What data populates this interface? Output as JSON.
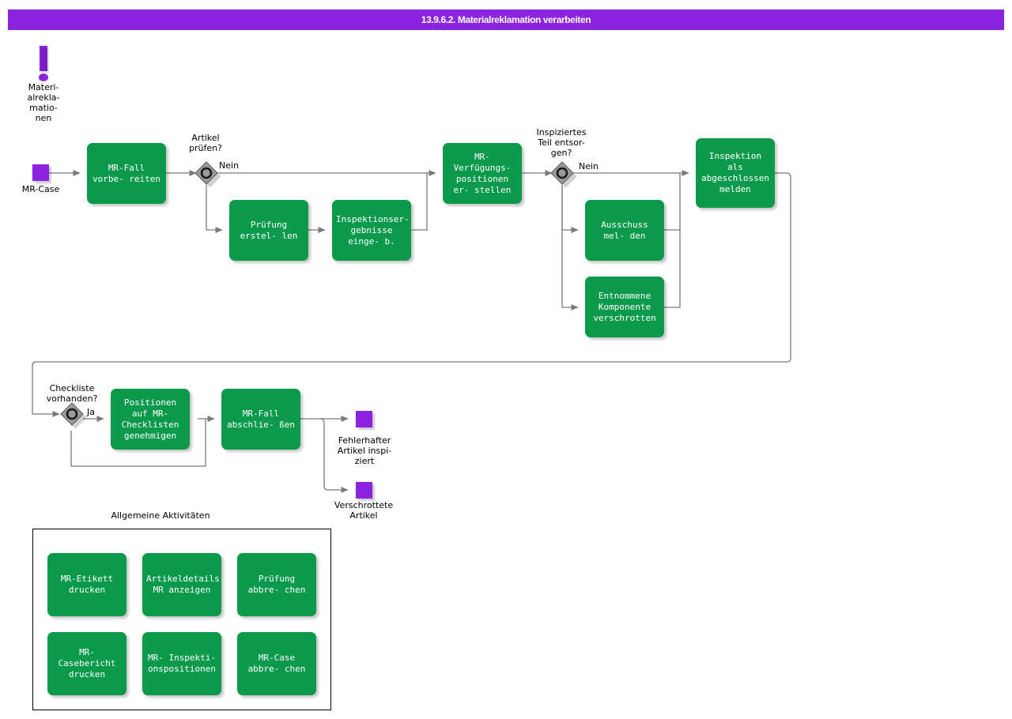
{
  "title": "13.9.6.2. Materialreklamation verarbeiten",
  "colors": {
    "title_bar": "#8B23E0",
    "task_green": "#0B9A4B",
    "data_purple": "#8B23E0",
    "gateway_gray": "#8C8C8C",
    "connector": "#6E6E6E"
  },
  "start_event": {
    "icon": "escalation-icon",
    "label": "Materi-\nalrekla-\nmatio-\nnen"
  },
  "data_objects": [
    {
      "name": "mr-case",
      "label": "MR-Case"
    },
    {
      "name": "fehlerhafter-artikel-inspiziert",
      "label": "Fehlerhafter\nArtikel inspi-\nziert"
    },
    {
      "name": "verschrottete-artikel",
      "label": "Verschrottete\nArtikel"
    }
  ],
  "gateways": [
    {
      "name": "artikel-pruefen",
      "label": "Artikel\nprüfen?",
      "branch_label": "Nein"
    },
    {
      "name": "inspiziertes-teil-entsorgen",
      "label": "Inspiziertes\nTeil entsor-\ngen?",
      "branch_label": "Nein"
    },
    {
      "name": "checkliste-vorhanden",
      "label": "Checkliste\nvorhanden?",
      "branch_label": "Ja"
    }
  ],
  "tasks": [
    {
      "name": "mr-fall-vorbereiten",
      "label": "MR-Fall vorbe-\nreiten"
    },
    {
      "name": "pruefung-erstellen",
      "label": "Prüfung erstel-\nlen"
    },
    {
      "name": "inspektionsergebnisse-eingeben",
      "label": "Inspektionser-\ngebnisse  einge-\nb."
    },
    {
      "name": "mr-verfuegungspositionen-erstellen",
      "label": "MR- Verfügungs-\npositionen  er-\nstellen"
    },
    {
      "name": "ausschuss-melden",
      "label": "Ausschuss mel-\nden"
    },
    {
      "name": "entnommene-komponente-verschrotten",
      "label": "Entnommene\nKomponente\nverschrotten"
    },
    {
      "name": "inspektion-als-abgeschlossen-melden",
      "label": "Inspektion als\nabgeschlossen\nmelden"
    },
    {
      "name": "positionen-auf-mr-checklisten-genehmigen",
      "label": "Positionen auf\nMR-Checklisten\ngenehmigen"
    },
    {
      "name": "mr-fall-abschliessen",
      "label": "MR-Fall abschlie-\nßen"
    }
  ],
  "group": {
    "label": "Allgemeine\nAktivitäten",
    "tasks": [
      {
        "name": "mr-etikett-drucken",
        "label": "MR-Etikett\ndrucken"
      },
      {
        "name": "artikeldetails-mr-anzeigen",
        "label": "Artikeldetails MR\nanzeigen"
      },
      {
        "name": "pruefung-abbrechen",
        "label": "Prüfung abbre-\nchen"
      },
      {
        "name": "mr-casebericht-drucken",
        "label": "MR-Casebericht\ndrucken"
      },
      {
        "name": "mr-inspektionspositionen",
        "label": "MR- Inspekti-\nonspositionen"
      },
      {
        "name": "mr-case-abbrechen",
        "label": "MR-Case abbre-\nchen"
      }
    ]
  }
}
